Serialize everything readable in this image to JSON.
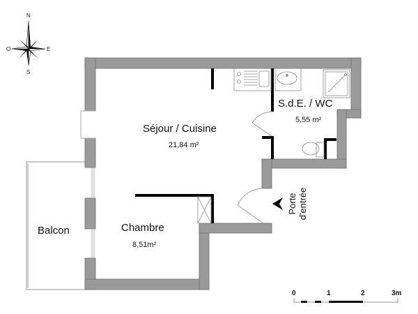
{
  "compass": {
    "north": "N",
    "south": "S",
    "east": "E",
    "west": "O"
  },
  "rooms": [
    {
      "id": "sejour",
      "name": "Séjour / Cuisine",
      "area": "21,84 m²"
    },
    {
      "id": "sde",
      "name": "S.d.E. / WC",
      "area": "5,55 m²"
    },
    {
      "id": "chambre",
      "name": "Chambre",
      "area": "8,51m²"
    },
    {
      "id": "balcon",
      "name": "Balcon",
      "area": ""
    }
  ],
  "entrance": {
    "line1": "Porte",
    "line2": "d'entrée"
  },
  "scale": {
    "ticks": [
      "0",
      "1",
      "2",
      "3m"
    ]
  },
  "colors": {
    "wall": "#9a9a9a",
    "wall_stroke": "#6e6e6e",
    "partition": "#000000",
    "fixture": "#888888"
  }
}
